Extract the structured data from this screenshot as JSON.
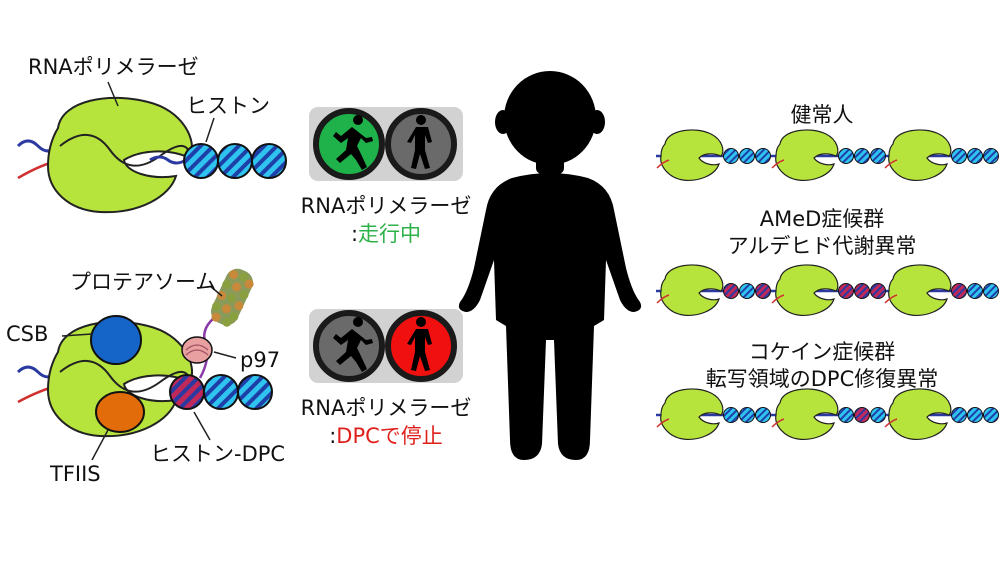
{
  "left_panel": {
    "top": {
      "polymerase_label": "RNAポリメラーゼ",
      "histone_label": "ヒストン"
    },
    "bottom": {
      "proteasome_label": "プロテアソーム",
      "csb_label": "CSB",
      "p97_label": "p97",
      "tfiis_label": "TFIIS",
      "histone_dpc_label": "ヒストン-DPC"
    }
  },
  "middle_panel": {
    "running": {
      "line1": "RNAポリメラーゼ",
      "colon": ":",
      "status": "走行中",
      "status_color": "#2db24a",
      "go_light_color": "#1fb14a"
    },
    "stopped": {
      "line1": "RNAポリメラーゼ",
      "colon": ":",
      "status": "DPCで停止",
      "status_color": "#e0201b",
      "stop_light_color": "#f01010"
    }
  },
  "right_panel": {
    "healthy": {
      "label": "健常人"
    },
    "amed": {
      "line1": "AMeD症候群",
      "line2": "アルデヒド代謝異常"
    },
    "cockayne": {
      "line1": "コケイン症候群",
      "line2": "転写領域のDPC修復異常"
    }
  },
  "colors": {
    "polymerase_green": "#b6e43c",
    "histone_blue": "#2fc4f0",
    "dpc_histone_red": "#c0285a",
    "csb_blue": "#1565c8",
    "tfiis_orange": "#e36c0a",
    "silhouette": "#000000"
  }
}
